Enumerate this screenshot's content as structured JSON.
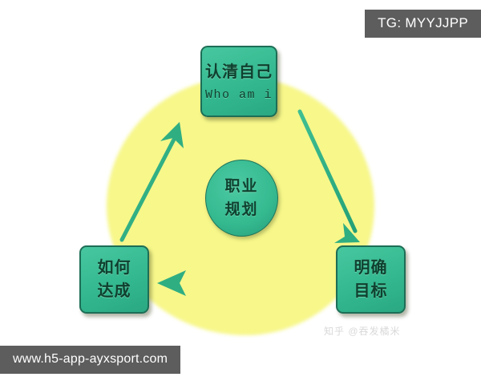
{
  "diagram": {
    "title_hidden": "",
    "center": {
      "line1": "职业",
      "line2": "规划"
    },
    "nodes": {
      "top": {
        "cn": "认清自己",
        "en": "Who am i"
      },
      "left": {
        "cn_line1": "如何",
        "cn_line2": "达成"
      },
      "right": {
        "cn_line1": "明确",
        "cn_line2": "目标"
      }
    },
    "colors": {
      "blob": "#f7f78a",
      "node_fill": "#33b88f",
      "node_border": "#1d6e56",
      "arrow": "#2fae82",
      "text": "#10402f",
      "badge_bg": "#5d5d5d",
      "badge_text": "#ffffff"
    }
  },
  "overlays": {
    "telegram_badge": "TG: MYYJJPP",
    "site_url": "www.h5-app-ayxsport.com",
    "watermark": "知乎 @吞发橘米"
  }
}
